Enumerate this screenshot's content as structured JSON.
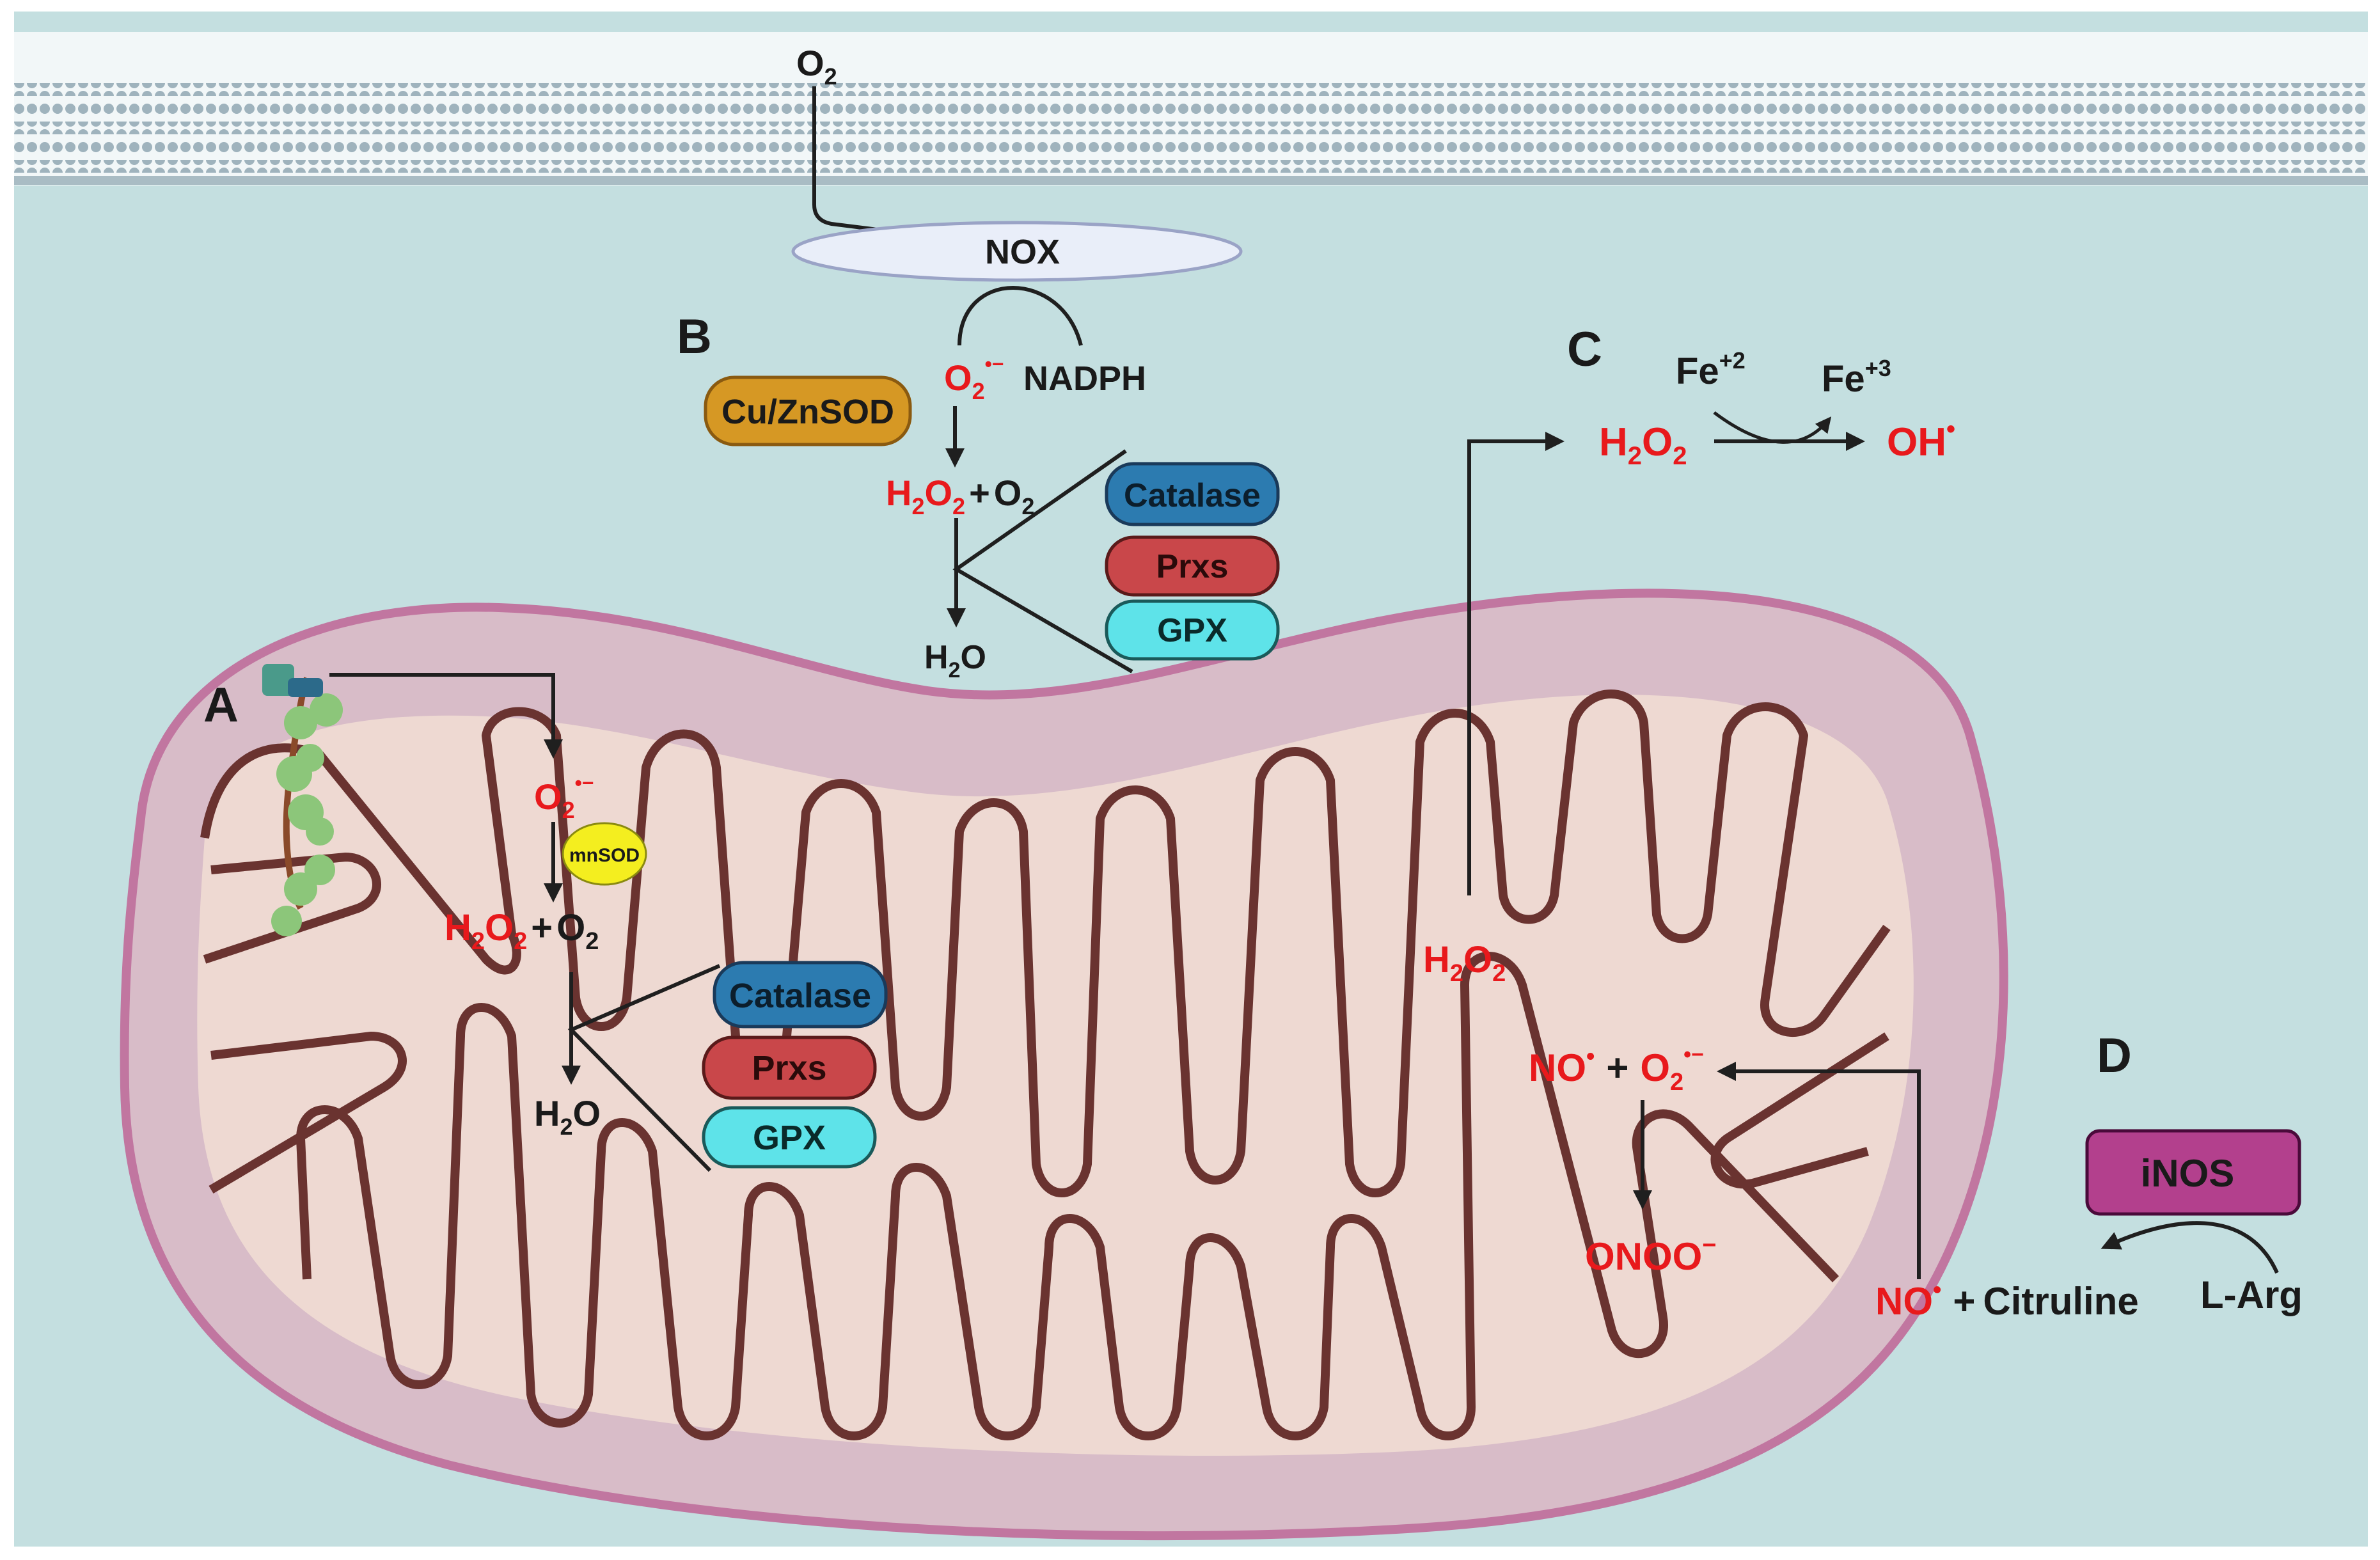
{
  "colors": {
    "cytoplasm": "#c4dfe0",
    "membrane_band": "#f2f7f8",
    "membrane_beads": "#9fb3bd",
    "mito_outer": "#d8bcc8",
    "mito_outer_stroke": "#c176a0",
    "mito_matrix": "#eed9d2",
    "crista_stroke": "#6a3330",
    "species_red": "#e8191c",
    "cuznsod": "#d69824",
    "catalase": "#2c7bb0",
    "prxs": "#c9474a",
    "gpx": "#5ee3e9",
    "mnsod": "#f4ee1f",
    "inos": "#b3408d",
    "etc_complex": "#8cc67a"
  },
  "labels": {
    "panel_a": "A",
    "panel_b": "B",
    "panel_c": "C",
    "panel_d": "D"
  },
  "membrane": {
    "o2_main": "O",
    "o2_sub": "2"
  },
  "nox": {
    "label": "NOX",
    "cofactor": "NADPH"
  },
  "enzymes": {
    "cuznsod": "Cu/ZnSOD",
    "mnsod": "mnSOD",
    "catalase": "Catalase",
    "prxs": "Prxs",
    "gpx": "GPX",
    "inos": "iNOS"
  },
  "species": {
    "o": "O",
    "h": "H",
    "two": "2",
    "superoxide_sup": "•−",
    "plus": "+",
    "water_h": "H",
    "water_o": "O",
    "fe": "Fe",
    "fe2_sup": "+2",
    "fe3_sup": "+3",
    "hydroxyl": "OH",
    "hydroxyl_sup": "•",
    "no": "NO",
    "no_sup": "•",
    "peroxynitrite": "ONOO",
    "peroxynitrite_sup": "−",
    "citruline": "Citruline",
    "larg": "L-Arg"
  }
}
